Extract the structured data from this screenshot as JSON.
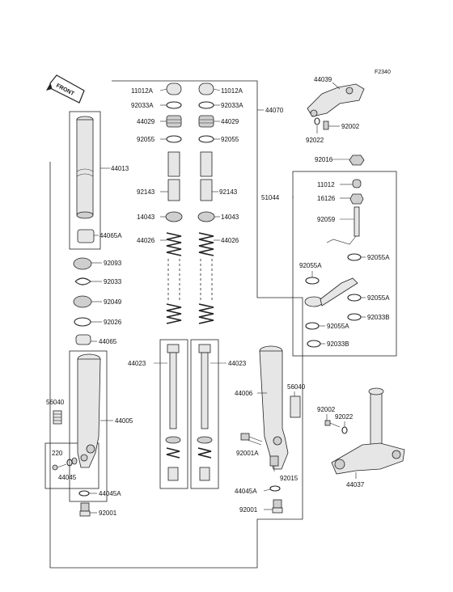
{
  "figure_code": "F2340",
  "front_label": "FRONT",
  "labels": {
    "l11012a_left": "11012A",
    "l11012a_right": "11012A",
    "l92033a_left": "92033A",
    "l92033a_right": "92033A",
    "l44029_left": "44029",
    "l44029_right": "44029",
    "l92055_left": "92055",
    "l92055_right": "92055",
    "l92143_left": "92143",
    "l92143_right": "92143",
    "l14043_left": "14043",
    "l14043_right": "14043",
    "l44026_left": "44026",
    "l44026_right": "44026",
    "l44023_left": "44023",
    "l44023_right": "44023",
    "l44070": "44070",
    "l44013": "44013",
    "l44065a": "44065A",
    "l92093": "92093",
    "l92033": "92033",
    "l92049": "92049",
    "l92026": "92026",
    "l44065": "44065",
    "l56040_left": "56040",
    "l44005": "44005",
    "l220": "220",
    "l44045": "44045",
    "l44045a_left": "44045A",
    "l92001_left": "92001",
    "l44039": "44039",
    "l92002_top": "92002",
    "l92022_top": "92022",
    "l92016": "92016",
    "l11012": "11012",
    "l51044": "51044",
    "l16126": "16126",
    "l92059": "92059",
    "l92055a_1": "92055A",
    "l92055a_2": "92055A",
    "l92055a_3": "92055A",
    "l92055a_4": "92055A",
    "l92033b_1": "92033B",
    "l92033b_2": "92033B",
    "l44006": "44006",
    "l56040_right": "56040",
    "l92001a": "92001A",
    "l92015": "92015",
    "l44045a_right": "44045A",
    "l92001_right": "92001",
    "l92002_bottom": "92002",
    "l92022_bottom": "92022",
    "l44037": "44037"
  }
}
